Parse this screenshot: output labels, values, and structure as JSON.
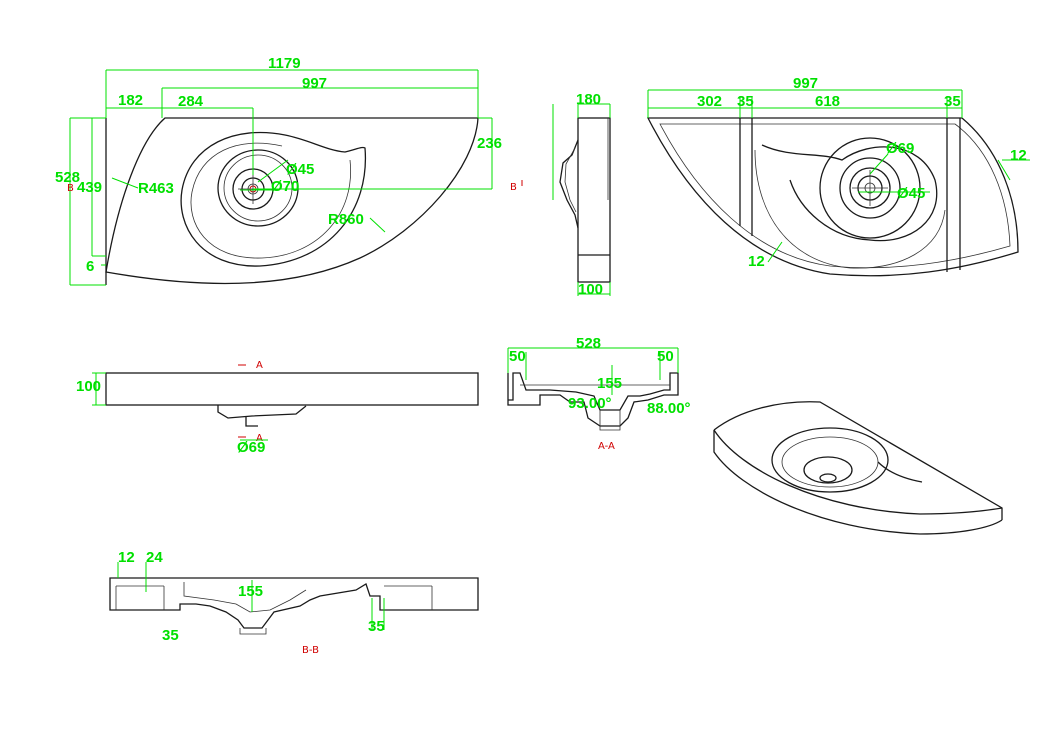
{
  "top_view": {
    "overall_width": "1179",
    "inner_width": "997",
    "left_offset": "182",
    "bowl_offset": "284",
    "depth": "528",
    "depth_inner": "439",
    "height_right": "236",
    "radius_inner": "R463",
    "radius_outer": "R860",
    "drain_small": "Ø45",
    "drain_large": "Ø70",
    "edge": "6",
    "section_mark_b": "B"
  },
  "side_view": {
    "width": "180",
    "height": "100",
    "section_mark_b": "B"
  },
  "bottom_view": {
    "overall": "997",
    "seg_a": "302",
    "seg_b": "35",
    "seg_c": "618",
    "seg_d": "35",
    "rim_right": "12",
    "rim_bottom": "12",
    "drain_large": "Ø69",
    "drain_small": "Ø45"
  },
  "front_view": {
    "height": "100",
    "section_mark_a_top": "A",
    "section_mark_a_bottom": "A",
    "drain": "Ø69"
  },
  "section_a": {
    "width": "528",
    "rim_left": "50",
    "rim_right": "50",
    "bowl_depth": "155",
    "angle_left": "93.00°",
    "angle_right": "88.00°",
    "label": "A-A"
  },
  "section_b": {
    "rim": "12",
    "wall": "24",
    "bowl_depth": "155",
    "thick_left": "35",
    "thick_right": "35",
    "label": "B-B"
  }
}
